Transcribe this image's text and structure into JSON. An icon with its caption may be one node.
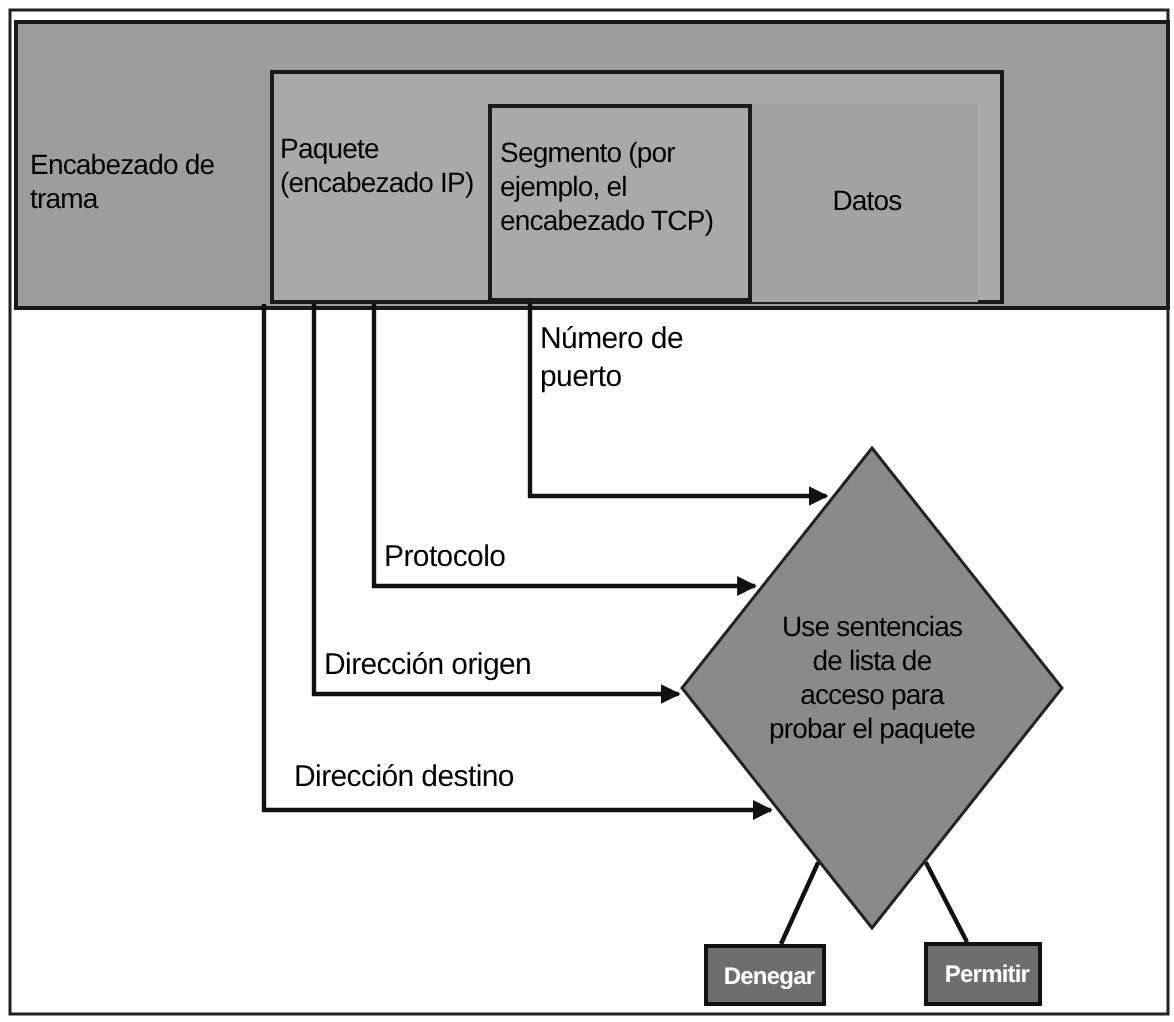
{
  "diagram": {
    "nodes": [
      {
        "text": [
          "Encabezado de trama"
        ]
      },
      {
        "text": [
          "Paquete (encabezado IP)"
        ],
        "in": 0
      },
      {
        "text": [
          "Segmento (por ejemplo, el encabezado TCP)"
        ],
        "in": 1
      },
      {
        "text": [
          "Datos"
        ],
        "in": 2
      },
      {
        "text": [
          "Use sentencias de lista de acceso para probar el paquete"
        ]
      },
      {
        "text": [
          "Denegar"
        ]
      },
      {
        "text": [
          "Permitir"
        ]
      }
    ],
    "edges": [
      {
        "from": 2,
        "to": 4,
        "arrow": "to",
        "label": "Número de puerto"
      },
      {
        "from": 1,
        "to": 4,
        "arrow": "to",
        "label": "Protocolo"
      },
      {
        "from": 1,
        "to": 4,
        "arrow": "to",
        "label": "Dirección origen"
      },
      {
        "from": 1,
        "to": 4,
        "arrow": "to",
        "label": "Dirección destino"
      },
      {
        "from": 4,
        "to": 5,
        "arrow": "none"
      },
      {
        "from": 4,
        "to": 6,
        "arrow": "none"
      }
    ]
  }
}
